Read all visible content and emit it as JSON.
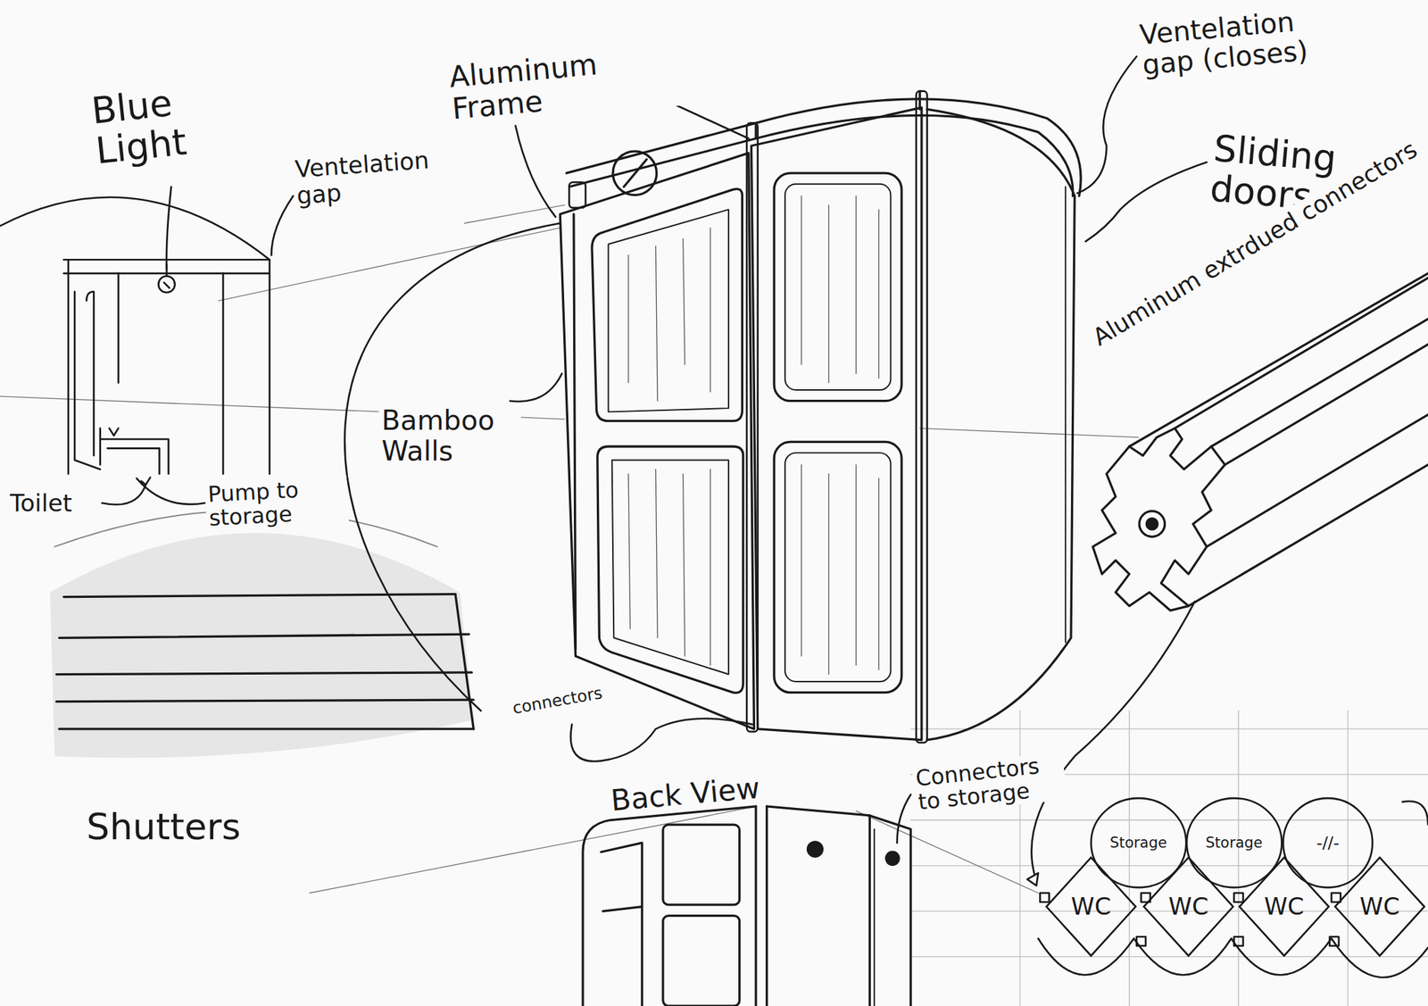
{
  "diagram": {
    "nodes": [
      {
        "text": [
          "Storage"
        ]
      },
      {
        "text": [
          "Storage"
        ]
      },
      {
        "text": [
          "-//-"
        ]
      },
      {
        "text": [
          "WC"
        ]
      },
      {
        "text": [
          "WC"
        ]
      },
      {
        "text": [
          "WC"
        ]
      },
      {
        "text": [
          "WC"
        ]
      }
    ],
    "labels": [
      "Blue Light",
      "Ventelation gap",
      "Toilet",
      "Pump to storage",
      "Shutters",
      "Aluminum Frame",
      "Bamboo Walls",
      "connectors",
      "Ventelation gap (closes)",
      "Sliding doors",
      "Aluminum extrdued connectors",
      "Back View",
      "Connectors to storage"
    ]
  }
}
